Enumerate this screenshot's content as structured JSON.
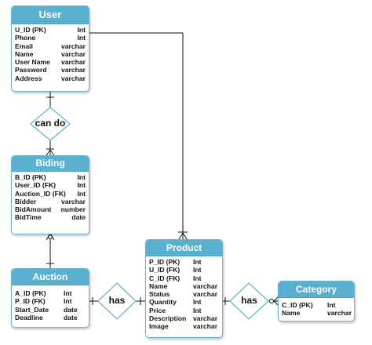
{
  "entities": {
    "user": {
      "title": "User",
      "fields": [
        {
          "name": "U_ID  (PK)",
          "type": "Int"
        },
        {
          "name": "Phone",
          "type": "Int"
        },
        {
          "name": "Email",
          "type": "varchar"
        },
        {
          "name": "Name",
          "type": "varchar"
        },
        {
          "name": "User Name",
          "type": "varchar"
        },
        {
          "name": "Password",
          "type": "varchar"
        },
        {
          "name": "Address",
          "type": "varchar"
        }
      ]
    },
    "biding": {
      "title": "Biding",
      "fields": [
        {
          "name": "B_ID  (PK)",
          "type": "Int"
        },
        {
          "name": "User_ID (FK)",
          "type": "Int"
        },
        {
          "name": "Auction_ID  (FK)",
          "type": "Int"
        },
        {
          "name": "Bidder",
          "type": "varchar"
        },
        {
          "name": "BidAmount",
          "type": "number"
        },
        {
          "name": "BidTime",
          "type": "date"
        }
      ]
    },
    "auction": {
      "title": "Auction",
      "fields": [
        {
          "name": "A_ID  (PK)",
          "type": "Int"
        },
        {
          "name": "P_ID  (FK)",
          "type": "Int"
        },
        {
          "name": "Start_Date",
          "type": "date"
        },
        {
          "name": "Deadline",
          "type": "date"
        }
      ]
    },
    "product": {
      "title": "Product",
      "fields": [
        {
          "name": "P_ID  (PK)",
          "type": "Int"
        },
        {
          "name": "U_ID  (FK)",
          "type": "Int"
        },
        {
          "name": "C_ID  (FK)",
          "type": "Int"
        },
        {
          "name": "Name",
          "type": "varchar"
        },
        {
          "name": "Status",
          "type": "varchar"
        },
        {
          "name": "Quantity",
          "type": "Int"
        },
        {
          "name": "Price",
          "type": "Int"
        },
        {
          "name": "Description",
          "type": "varchar"
        },
        {
          "name": "Image",
          "type": "varchar"
        }
      ]
    },
    "category": {
      "title": "Category",
      "fields": [
        {
          "name": "C_ID  (PK)",
          "type": "Int"
        },
        {
          "name": "Name",
          "type": "varchar"
        }
      ]
    }
  },
  "relationships": {
    "can_do": "can do",
    "has_auction": "has",
    "has_category": "has"
  },
  "colors": {
    "header_fill": "#5ab0cf",
    "border": "#6bb4cf",
    "line": "#111111"
  }
}
